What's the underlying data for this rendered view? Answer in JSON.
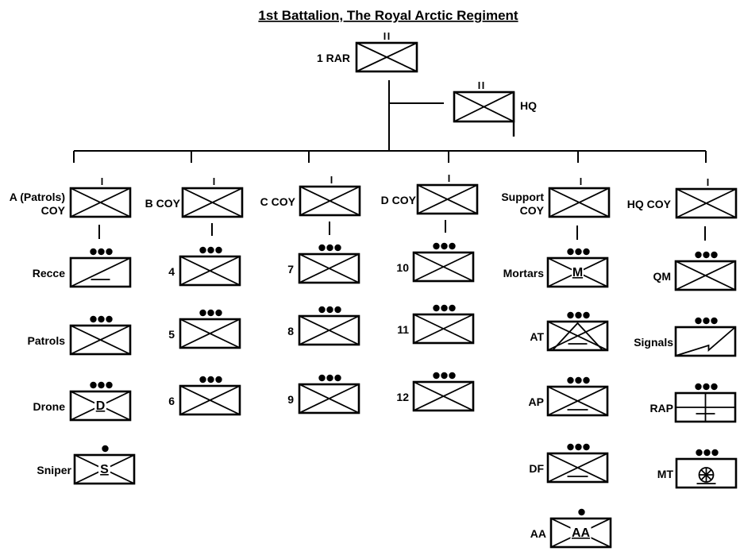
{
  "title": "1st Battalion, The Royal Arctic Regiment",
  "battalion": {
    "label": "1 RAR",
    "echelon": "II"
  },
  "hq": {
    "label": "HQ",
    "echelon": "II"
  },
  "companies": [
    {
      "label": "A (Patrols)\nCOY",
      "echelon": "I",
      "subunits": [
        {
          "label": "Recce",
          "symbol": "recce",
          "echelon": "●●●"
        },
        {
          "label": "Patrols",
          "symbol": "infantry",
          "echelon": "●●●"
        },
        {
          "label": "Drone",
          "symbol": "letter",
          "letter": "D",
          "echelon": "●●●"
        },
        {
          "label": "Sniper",
          "symbol": "letter",
          "letter": "S",
          "echelon": "●"
        }
      ]
    },
    {
      "label": "B COY",
      "echelon": "I",
      "subunits": [
        {
          "label": "4",
          "symbol": "infantry",
          "echelon": "●●●"
        },
        {
          "label": "5",
          "symbol": "infantry",
          "echelon": "●●●"
        },
        {
          "label": "6",
          "symbol": "infantry",
          "echelon": "●●●"
        }
      ]
    },
    {
      "label": "C COY",
      "echelon": "I",
      "subunits": [
        {
          "label": "7",
          "symbol": "infantry",
          "echelon": "●●●"
        },
        {
          "label": "8",
          "symbol": "infantry",
          "echelon": "●●●"
        },
        {
          "label": "9",
          "symbol": "infantry",
          "echelon": "●●●"
        }
      ]
    },
    {
      "label": "D COY",
      "echelon": "I",
      "subunits": [
        {
          "label": "10",
          "symbol": "infantry",
          "echelon": "●●●"
        },
        {
          "label": "11",
          "symbol": "infantry",
          "echelon": "●●●"
        },
        {
          "label": "12",
          "symbol": "infantry",
          "echelon": "●●●"
        }
      ]
    },
    {
      "label": "Support\nCOY",
      "echelon": "I",
      "subunits": [
        {
          "label": "Mortars",
          "symbol": "letter",
          "letter": "M",
          "echelon": "●●●"
        },
        {
          "label": "AT",
          "symbol": "antitank",
          "echelon": "●●●"
        },
        {
          "label": "AP",
          "symbol": "weapons",
          "echelon": "●●●"
        },
        {
          "label": "DF",
          "symbol": "weapons",
          "echelon": "●●●"
        },
        {
          "label": "AA",
          "symbol": "letter",
          "letter": "AA",
          "echelon": "●"
        }
      ]
    },
    {
      "label": "HQ COY",
      "echelon": "I",
      "subunits": [
        {
          "label": "QM",
          "symbol": "infantry",
          "echelon": "●●●"
        },
        {
          "label": "Signals",
          "symbol": "signals",
          "echelon": "●●●"
        },
        {
          "label": "RAP",
          "symbol": "medical",
          "echelon": "●●●"
        },
        {
          "label": "MT",
          "symbol": "transport",
          "echelon": "●●●"
        }
      ]
    }
  ]
}
